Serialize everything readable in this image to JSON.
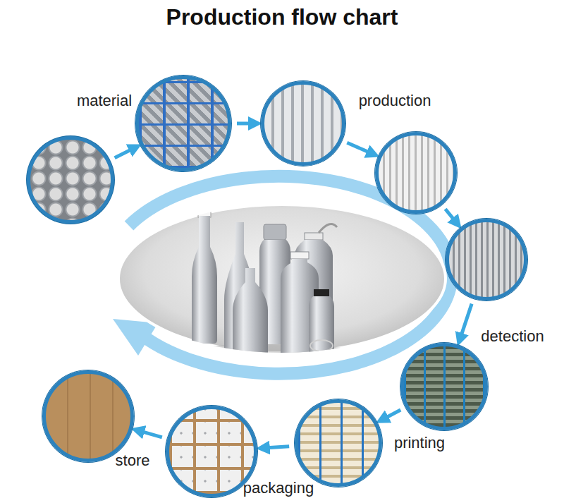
{
  "diagram": {
    "title": "Production flow chart",
    "nodes": [
      {
        "text": []
      },
      {
        "text": [
          "material"
        ]
      },
      {
        "text": [
          "production"
        ]
      },
      {
        "text": []
      },
      {
        "text": []
      },
      {
        "text": [
          "detection"
        ]
      },
      {
        "text": [
          "printing"
        ]
      },
      {
        "text": [
          "packaging"
        ]
      },
      {
        "text": [
          "store"
        ]
      }
    ],
    "edges": [
      {
        "from": 0,
        "to": 1,
        "arrow": "to"
      },
      {
        "from": 1,
        "to": 2,
        "arrow": "to"
      },
      {
        "from": 2,
        "to": 3,
        "arrow": "to"
      },
      {
        "from": 3,
        "to": 4,
        "arrow": "to"
      },
      {
        "from": 4,
        "to": 5,
        "arrow": "to"
      },
      {
        "from": 5,
        "to": 6,
        "arrow": "to"
      },
      {
        "from": 6,
        "to": 7,
        "arrow": "to"
      },
      {
        "from": 7,
        "to": 8,
        "arrow": "to"
      }
    ]
  }
}
